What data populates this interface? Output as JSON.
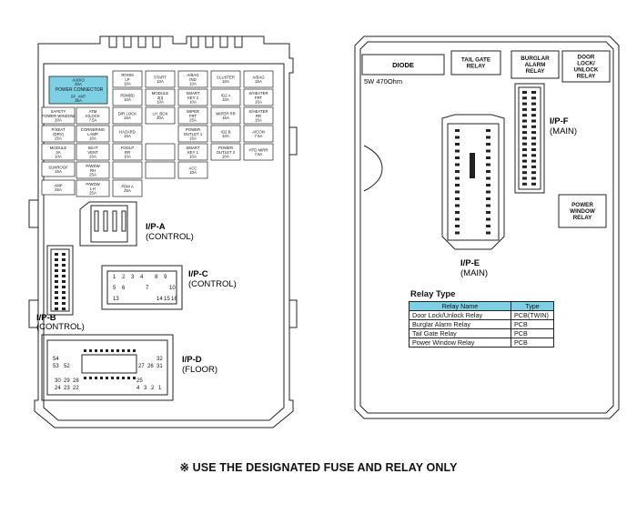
{
  "left_panel": {
    "fuses": [
      {
        "id": "audio",
        "lines": [
          "AUDIO",
          "20A"
        ]
      },
      {
        "id": "room-lp",
        "lines": [
          "ROOM",
          "LP",
          "10A"
        ]
      },
      {
        "id": "start",
        "lines": [
          "START",
          "10A"
        ]
      },
      {
        "id": "abag-ind",
        "lines": [
          "A/BAG",
          "IND",
          "10A"
        ]
      },
      {
        "id": "cluster",
        "lines": [
          "CLUSTER",
          "10A"
        ]
      },
      {
        "id": "abag",
        "lines": [
          "A/BAG",
          "15A"
        ]
      },
      {
        "id": "sf-ant",
        "lines": [
          "SF_ANT",
          "15A"
        ]
      },
      {
        "id": "pdm-b",
        "lines": [
          "PDM(B)",
          "10A"
        ]
      },
      {
        "id": "module-3",
        "lines": [
          "MODULE",
          "3(I)",
          "10A"
        ]
      },
      {
        "id": "smart-key-2",
        "lines": [
          "SMART",
          "KEY 2",
          "10A"
        ]
      },
      {
        "id": "ign2-a",
        "lines": [
          "IG2 A",
          "10A"
        ]
      },
      {
        "id": "sheater-frt",
        "lines": [
          "S/HEATER",
          "FRT",
          "15A"
        ]
      },
      {
        "id": "safety-pw",
        "lines": [
          "SAFETY",
          "POWER WINDOW",
          "20A"
        ]
      },
      {
        "id": "atm-klock",
        "lines": [
          "ATM",
          "K/LOCK",
          "7.5A"
        ]
      },
      {
        "id": "drlock",
        "lines": [
          "D/R LOCK",
          "15A"
        ]
      },
      {
        "id": "lh-box",
        "lines": [
          "LH_BOX",
          "20A"
        ]
      },
      {
        "id": "wiper-frt",
        "lines": [
          "WIPER",
          "FRT",
          "25A"
        ]
      },
      {
        "id": "wiper-rr",
        "lines": [
          "WIPER RR",
          "15A"
        ]
      },
      {
        "id": "sheater-rr",
        "lines": [
          "S/HEATER",
          "RR",
          "15A"
        ]
      },
      {
        "id": "pseat-drv",
        "lines": [
          "P/SEAT",
          "(DRV)",
          "25A"
        ]
      },
      {
        "id": "cornering-lamp",
        "lines": [
          "CORNERING",
          "LAMP",
          "10A"
        ]
      },
      {
        "id": "hazard",
        "lines": [
          "HAZARD",
          "15A"
        ]
      },
      {
        "id": "power-outlet-1",
        "lines": [
          "POWER",
          "OUTLET 1",
          "15A"
        ]
      },
      {
        "id": "ign2-b",
        "lines": [
          "IG2 B",
          "10A"
        ]
      },
      {
        "id": "acon",
        "lines": [
          "A/CON",
          "7.5A"
        ]
      },
      {
        "id": "module-3a",
        "lines": [
          "MODULE",
          "3A",
          "10A"
        ]
      },
      {
        "id": "seat-vent",
        "lines": [
          "SEAT",
          "VENT",
          "15A"
        ]
      },
      {
        "id": "foglp-rr",
        "lines": [
          "FOGLP",
          "RR",
          "10A"
        ]
      },
      {
        "id": "smart-key-1",
        "lines": [
          "SMART",
          "KEY 1",
          "10A"
        ]
      },
      {
        "id": "power-outlet-2",
        "lines": [
          "POWER",
          "OUTLET 2",
          "20A"
        ]
      },
      {
        "id": "htd-mirr",
        "lines": [
          "HTD MIRR",
          "7.5A"
        ]
      },
      {
        "id": "sunroof",
        "lines": [
          "SUNROOF",
          "15A"
        ]
      },
      {
        "id": "pwdw-rh",
        "lines": [
          "P/WDW",
          "RH",
          "25A"
        ]
      },
      {
        "id": "acc",
        "lines": [
          "ACC",
          "10A"
        ]
      },
      {
        "id": "amp",
        "lines": [
          "AMP",
          "25A"
        ]
      },
      {
        "id": "pwdw-lh",
        "lines": [
          "P/WDW",
          "LH",
          "25A"
        ]
      },
      {
        "id": "pdm-a",
        "lines": [
          "PDM A",
          "25A"
        ]
      }
    ],
    "power_connector": "POWER CONNECTOR",
    "connectors": {
      "ipa_name": "I/P-A",
      "ipa_sub": "(CONTROL)",
      "ipb_name": "I/P-B",
      "ipb_sub": "(CONTROL)",
      "ipc_name": "I/P-C",
      "ipc_sub": "(CONTROL)",
      "ipd_name": "I/P-D",
      "ipd_sub": "(FLOOR)"
    },
    "ipc_pins": [
      "1",
      "2",
      "3",
      "4",
      "5",
      "6",
      "7",
      "8",
      "9",
      "10",
      "13",
      "14",
      "15",
      "16"
    ],
    "ipd_pins": [
      "54",
      "53",
      "52",
      "32",
      "31",
      "30",
      "29",
      "28",
      "27",
      "26",
      "25",
      "24",
      "23",
      "22",
      "4",
      "3",
      "2",
      "1"
    ]
  },
  "right_panel": {
    "diode_label": "DIODE",
    "diode_spec": "5W 470Ohm",
    "relays": {
      "tail_gate": [
        "TAIL GATE",
        "RELAY"
      ],
      "burglar_alarm": [
        "BURGLAR",
        "ALARM",
        "RELAY"
      ],
      "door_lock": [
        "DOOR",
        "LOCK/",
        "UNLOCK",
        "RELAY"
      ],
      "power_window": [
        "POWER",
        "WINDOW",
        "RELAY"
      ]
    },
    "ipf_name": "I/P-F",
    "ipf_sub": "(MAIN)",
    "ipe_name": "I/P-E",
    "ipe_sub": "(MAIN)",
    "relay_type": {
      "title": "Relay Type",
      "headers": [
        "Relay Name",
        "Type"
      ],
      "rows": [
        [
          "Door Lock/Unlock Relay",
          "PCB(TWIN)"
        ],
        [
          "Burglar Alarm Relay",
          "PCB"
        ],
        [
          "Tail Gate Relay",
          "PCB"
        ],
        [
          "Power Window Relay",
          "PCB"
        ]
      ]
    }
  },
  "note": "※ USE THE DESIGNATED FUSE AND RELAY ONLY",
  "colors": {
    "power_connector_fill": "#7ed0e4",
    "line": "#222222"
  }
}
